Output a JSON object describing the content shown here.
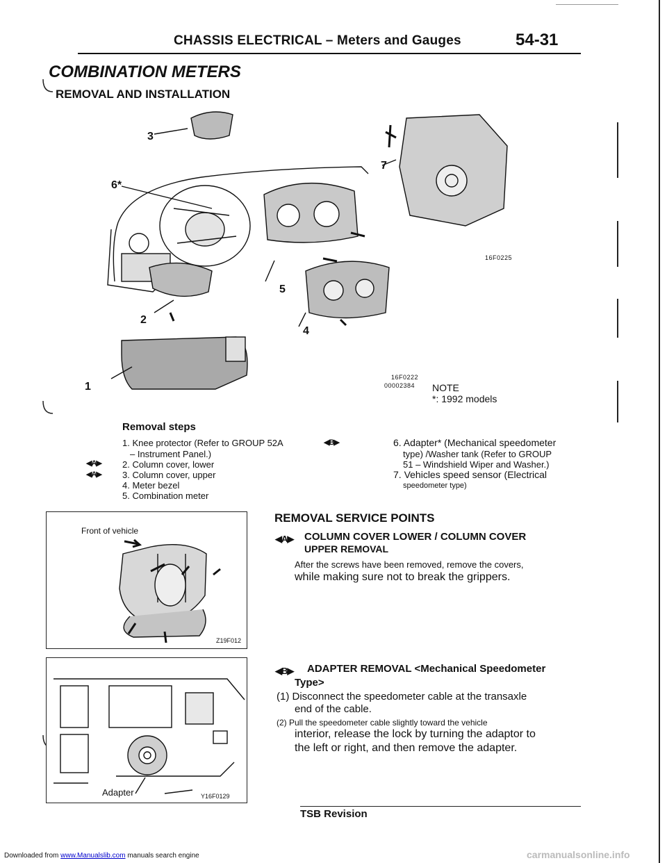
{
  "header": {
    "title": "CHASSIS ELECTRICAL – Meters and Gauges",
    "page_number": "54-31"
  },
  "section": {
    "title": "COMBINATION METERS",
    "subtitle": "REMOVAL AND INSTALLATION"
  },
  "figure_main": {
    "callouts": [
      "1",
      "2",
      "3",
      "4",
      "5",
      "6*",
      "7"
    ],
    "codes": [
      "16F0225",
      "16F0222",
      "00002384"
    ],
    "note_label": "NOTE",
    "note_text": "*: 1992 models"
  },
  "removal_steps": {
    "title": "Removal steps",
    "items": [
      "1. Knee protector (Refer to GROUP 52A",
      "– Instrument Panel.)",
      "2. Column cover, lower",
      "3. Column cover, upper",
      "4. Meter bezel",
      "5. Combination meter",
      "6. Adapter* (Mechanical speedometer",
      "type) /Washer tank (Refer to GROUP",
      "51 – Windshield Wiper and Washer.)",
      "7. Vehicles speed sensor (Electrical",
      "speedometer type)"
    ],
    "markers": [
      "◀A▶",
      "◀A▶",
      "◀B▶"
    ]
  },
  "figure_column": {
    "label": "Front of vehicle",
    "code": "Z19F012"
  },
  "figure_adapter": {
    "label": "Adapter",
    "code": "Y16F0129"
  },
  "service_points": {
    "title": "REMOVAL SERVICE POINTS",
    "a_marker": "◀A▶",
    "a_title_line1": "COLUMN COVER LOWER / COLUMN COVER",
    "a_title_line2": "UPPER REMOVAL",
    "a_text_line1": "After the screws have been removed, remove the covers,",
    "a_text_line2": "while making sure not to break the grippers.",
    "b_marker": "◀B▶",
    "b_title_line1": "ADAPTER REMOVAL <Mechanical Speedometer",
    "b_title_line2": "Type>",
    "b_step1_line1": "(1) Disconnect the speedometer cable at the transaxle",
    "b_step1_line2": "end of the cable.",
    "b_step2_line1": "(2) Pull the speedometer cable slightly toward the vehicle",
    "b_step2_line2": "interior, release the lock by turning the adaptor to",
    "b_step2_line3": "the left or right, and then remove the adapter."
  },
  "tsb": "TSB Revision",
  "footer": {
    "prefix": "Downloaded from",
    "link": "www.Manualslib.com",
    "suffix": "manuals search engine"
  },
  "watermark": "carmanualsonline.info"
}
